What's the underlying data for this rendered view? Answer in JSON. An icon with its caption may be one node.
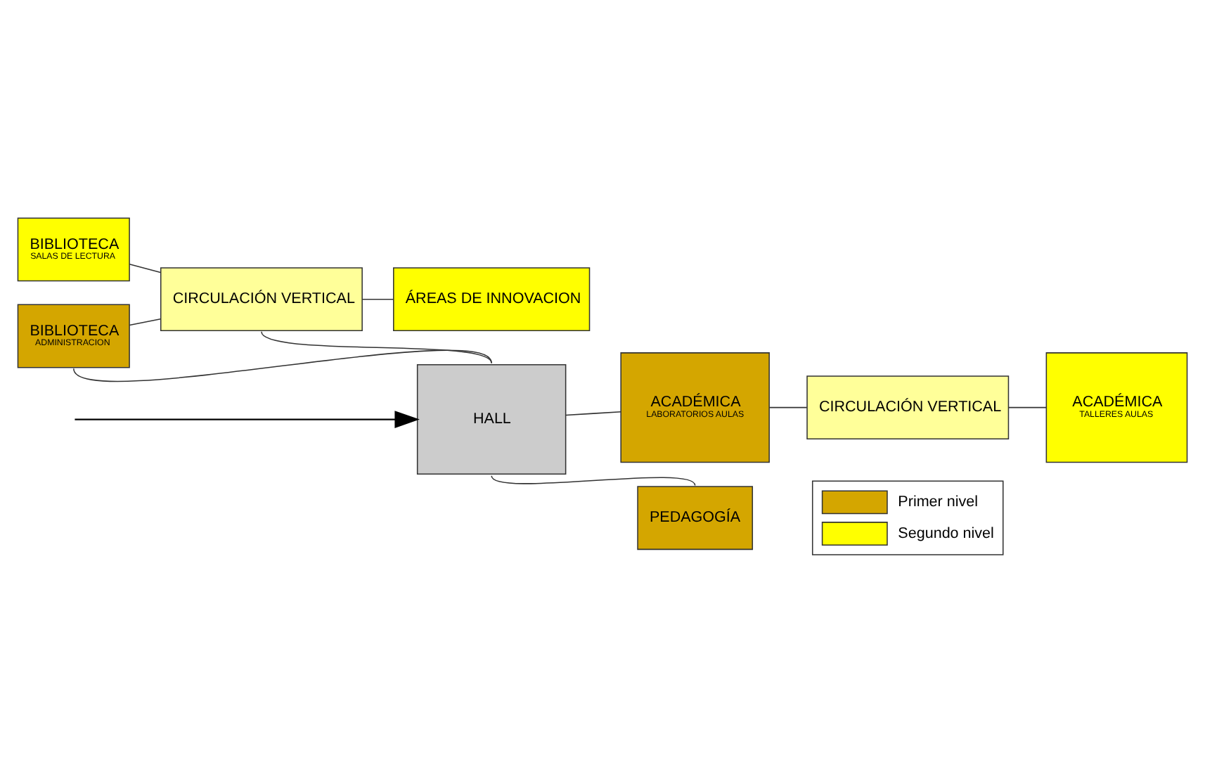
{
  "diagram": {
    "nodes": [
      {
        "text": [
          "BIBLIOTECA",
          "SALAS DE LECTURA"
        ]
      },
      {
        "text": [
          "BIBLIOTECA",
          "ADMINISTRACION"
        ]
      },
      {
        "text": [
          "CIRCULACIÓN VERTICAL"
        ]
      },
      {
        "text": [
          "ÁREAS DE INNOVACION"
        ]
      },
      {
        "text": [
          "HALL"
        ]
      },
      {
        "text": [
          "ACADÉMICA",
          "LABORATORIOS AULAS"
        ]
      },
      {
        "text": [
          "CIRCULACIÓN VERTICAL"
        ]
      },
      {
        "text": [
          "ACADÉMICA",
          "TALLERES AULAS"
        ]
      },
      {
        "text": [
          "PEDAGOGÍA"
        ]
      }
    ],
    "edges": [
      {
        "from": 0,
        "to": 2,
        "arrow": "none"
      },
      {
        "from": 1,
        "to": 2,
        "arrow": "none"
      },
      {
        "from": 2,
        "to": 3,
        "arrow": "none"
      },
      {
        "from": 1,
        "to": 4,
        "arrow": "none"
      },
      {
        "from": 2,
        "to": 4,
        "arrow": "none"
      },
      {
        "from": null,
        "to": 4,
        "arrow": "to"
      },
      {
        "from": 4,
        "to": 5,
        "arrow": "none"
      },
      {
        "from": 5,
        "to": 6,
        "arrow": "none"
      },
      {
        "from": 6,
        "to": 7,
        "arrow": "none"
      },
      {
        "from": 4,
        "to": 8,
        "arrow": "none"
      }
    ],
    "legend": [
      {
        "text": "Primer nivel",
        "color": "#d4a600"
      },
      {
        "text": "Segundo nivel",
        "color": "#ffff00"
      }
    ]
  }
}
